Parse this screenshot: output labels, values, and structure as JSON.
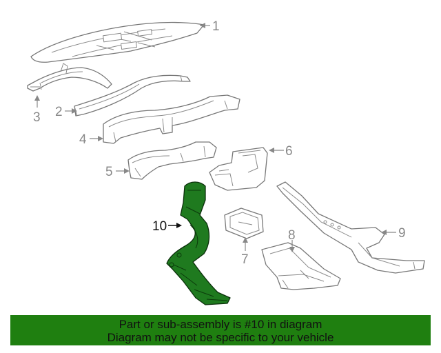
{
  "callouts": {
    "c1": "1",
    "c2": "2",
    "c3": "3",
    "c4": "4",
    "c5": "5",
    "c6": "6",
    "c7": "7",
    "c8": "8",
    "c9": "9",
    "c10": "10"
  },
  "highlight_part": "10",
  "colors": {
    "highlight_fill": "#1f7a1f",
    "banner_background": "#1f7f10",
    "part_outline": "#777777",
    "callout_text": "#888888",
    "highlight_callout_text": "#111111"
  },
  "banner": {
    "line1": "Part or sub-assembly is #10 in diagram",
    "line2": "Diagram may not be specific to your vehicle"
  }
}
